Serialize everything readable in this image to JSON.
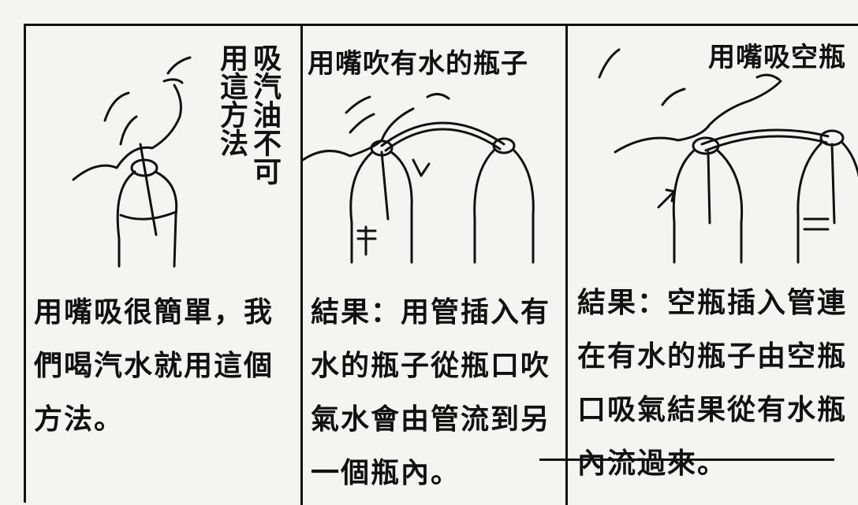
{
  "panels": [
    {
      "title_lines": [
        "吸汽油不可",
        "用這方法"
      ],
      "caption": "用嘴吸很簡單，我們喝汽水就用這個方法。"
    },
    {
      "title": "用嘴吹有水的瓶子",
      "caption": "結果：用管插入有水的瓶子從瓶口吹氣水會由管流到另一個瓶內。"
    },
    {
      "title": "用嘴吸空瓶",
      "caption": "結果：空瓶插入管連在有水的瓶子由空瓶口吸氣結果從有水瓶內流過來。"
    }
  ]
}
